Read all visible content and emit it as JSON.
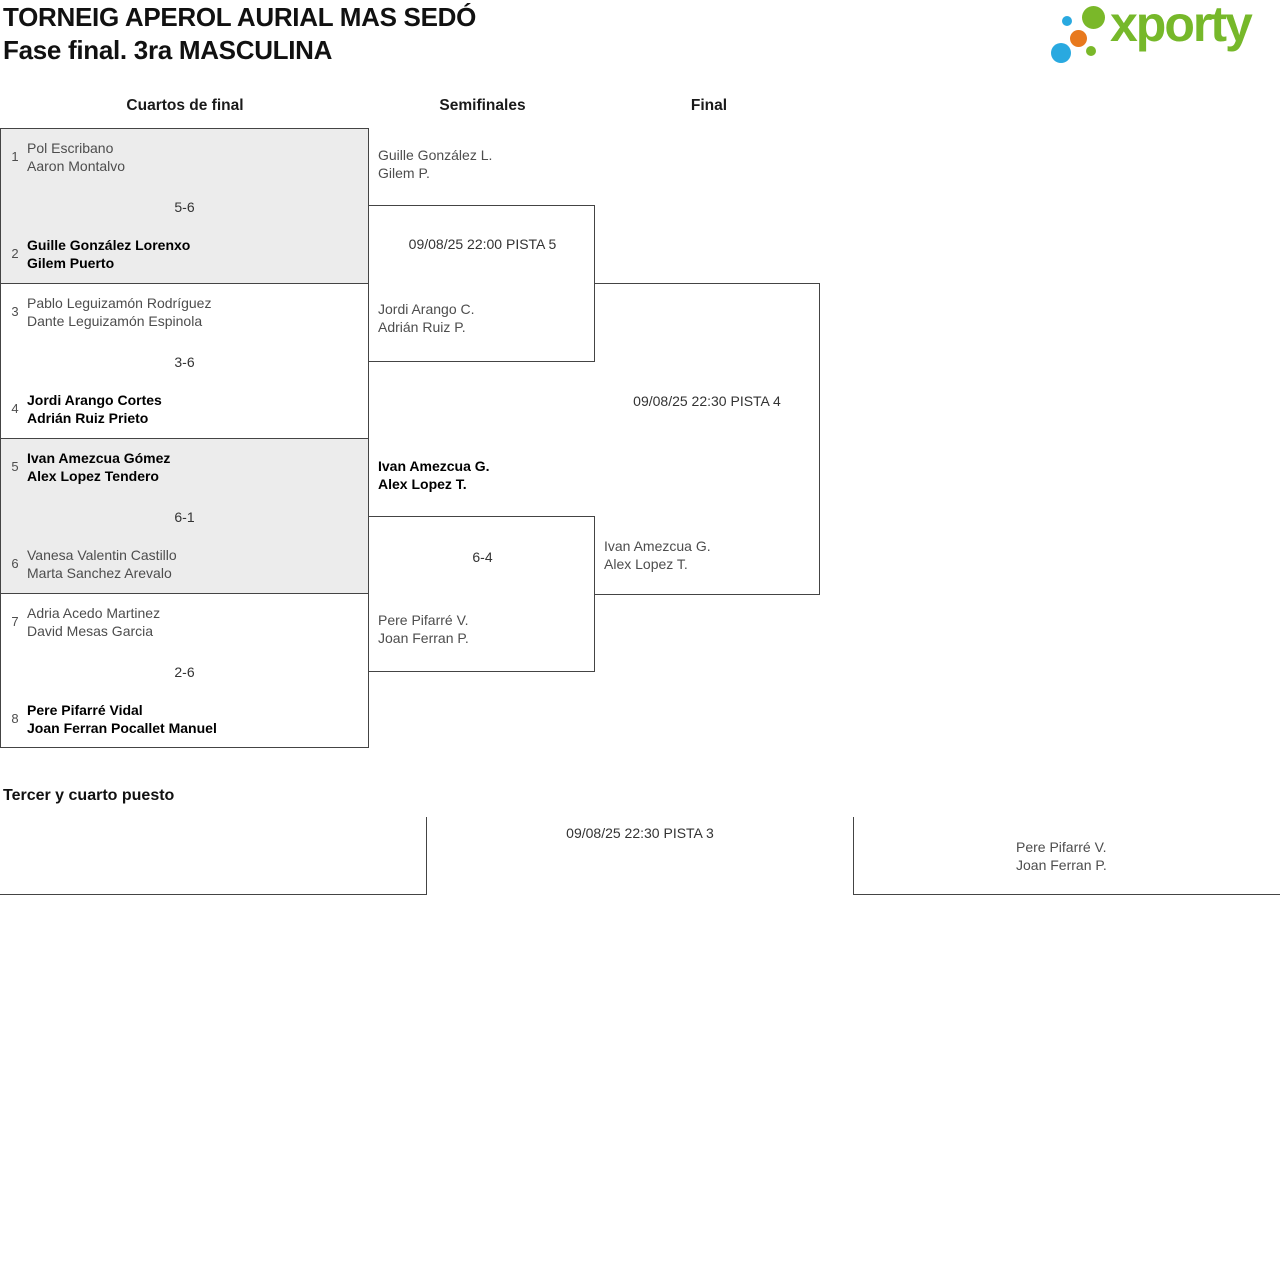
{
  "header": {
    "title_line1": "TORNEIG APEROL AURIAL MAS SEDÓ",
    "title_line2": "Fase final. 3ra MASCULINA",
    "logo_text": "xporty"
  },
  "colors": {
    "logo_green": "#76b82a",
    "logo_blue": "#29a9e0",
    "logo_orange": "#e8791d",
    "line": "#444444",
    "shaded_box": "#ececec",
    "muted_text": "#4d4d4d",
    "winner_text": "#000000"
  },
  "columns": {
    "quarterfinals": "Cuartos de final",
    "semifinals": "Semifinales",
    "final": "Final"
  },
  "quarterfinals": [
    {
      "seed_top": "1",
      "team_top": [
        "Pol Escribano",
        "Aaron Montalvo"
      ],
      "score": "5-6",
      "seed_bottom": "2",
      "team_bottom": [
        "Guille González Lorenxo",
        "Gilem Puerto"
      ],
      "winner": "bottom"
    },
    {
      "seed_top": "3",
      "team_top": [
        "Pablo Leguizamón Rodríguez",
        "Dante Leguizamón Espinola"
      ],
      "score": "3-6",
      "seed_bottom": "4",
      "team_bottom": [
        "Jordi Arango Cortes",
        "Adrián Ruiz Prieto"
      ],
      "winner": "bottom"
    },
    {
      "seed_top": "5",
      "team_top": [
        "Ivan Amezcua Gómez",
        "Alex Lopez Tendero"
      ],
      "score": "6-1",
      "seed_bottom": "6",
      "team_bottom": [
        "Vanesa Valentin Castillo",
        "Marta Sanchez Arevalo"
      ],
      "winner": "top"
    },
    {
      "seed_top": "7",
      "team_top": [
        "Adria Acedo Martinez",
        "David Mesas Garcia"
      ],
      "score": "2-6",
      "seed_bottom": "8",
      "team_bottom": [
        "Pere Pifarré Vidal",
        "Joan Ferran Pocallet Manuel"
      ],
      "winner": "bottom"
    }
  ],
  "semifinals": [
    {
      "team_top": [
        "Guille González L.",
        "Gilem P."
      ],
      "info": "09/08/25 22:00 PISTA 5",
      "team_bottom": [
        "Jordi Arango C.",
        "Adrián Ruiz P."
      ],
      "winner": ""
    },
    {
      "team_top": [
        "Ivan Amezcua G.",
        "Alex Lopez T."
      ],
      "info": "6-4",
      "team_bottom": [
        "Pere Pifarré V.",
        "Joan Ferran P."
      ],
      "winner": "top"
    }
  ],
  "final": {
    "info": "09/08/25 22:30 PISTA 4",
    "team_bottom": [
      "Ivan Amezcua G.",
      "Alex Lopez T."
    ]
  },
  "third_place": {
    "title": "Tercer y cuarto puesto",
    "info": "09/08/25 22:30 PISTA 3",
    "team_right": [
      "Pere Pifarré V.",
      "Joan Ferran P."
    ]
  }
}
